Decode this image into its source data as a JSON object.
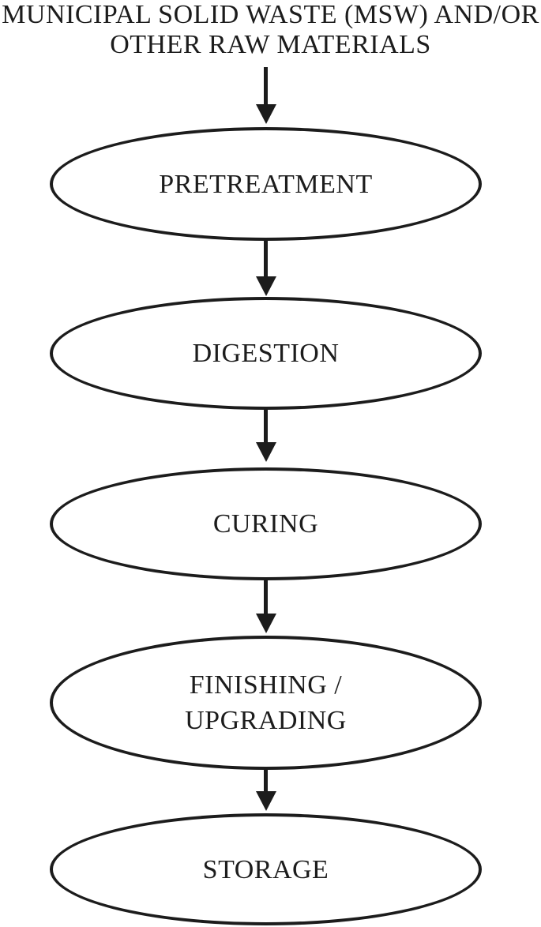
{
  "title": {
    "lines": [
      "MUNICIPAL SOLID WASTE (MSW) AND/OR",
      "OTHER RAW MATERIALS"
    ]
  },
  "flow": {
    "nodes": [
      {
        "id": "pretreatment",
        "label": "PRETREATMENT"
      },
      {
        "id": "digestion",
        "label": "DIGESTION"
      },
      {
        "id": "curing",
        "label": "CURING"
      },
      {
        "id": "finishing-upgrading",
        "label": [
          "FINISHING /",
          "UPGRADING"
        ]
      },
      {
        "id": "storage",
        "label": "STORAGE"
      }
    ],
    "edges": [
      {
        "from": "raw-materials",
        "to": "pretreatment"
      },
      {
        "from": "pretreatment",
        "to": "digestion"
      },
      {
        "from": "digestion",
        "to": "curing"
      },
      {
        "from": "curing",
        "to": "finishing-upgrading"
      },
      {
        "from": "finishing-upgrading",
        "to": "storage"
      }
    ]
  },
  "colors": {
    "ink": "#1c1c1c",
    "background": "#ffffff"
  }
}
